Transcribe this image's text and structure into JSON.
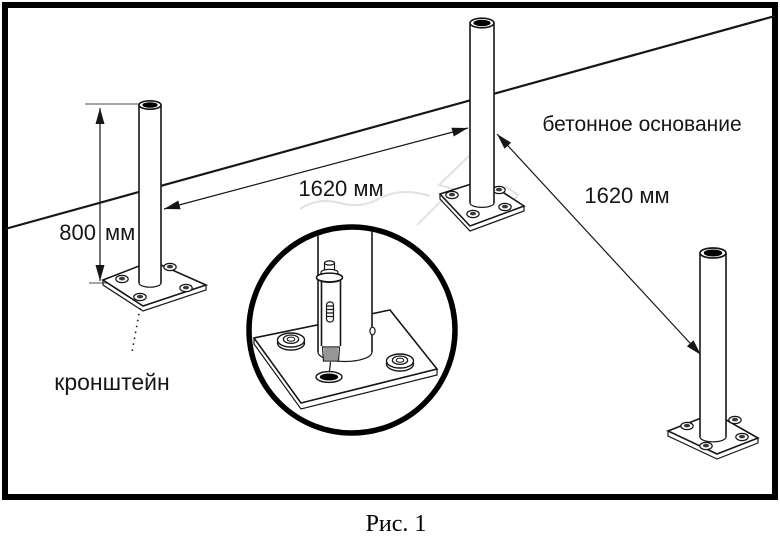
{
  "figure": {
    "caption": "Рис. 1",
    "dimensions": {
      "pole_height_value": "800",
      "pole_height_unit": "мм",
      "spacing_left": "1620 мм",
      "spacing_right": "1620 мм"
    },
    "labels": {
      "concrete_base": "бетонное основание",
      "bracket": "кронштейн"
    },
    "colors": {
      "line": "#161616",
      "frame": "#000000",
      "background": "#ffffff",
      "watermark": "#e2e2e2"
    }
  }
}
